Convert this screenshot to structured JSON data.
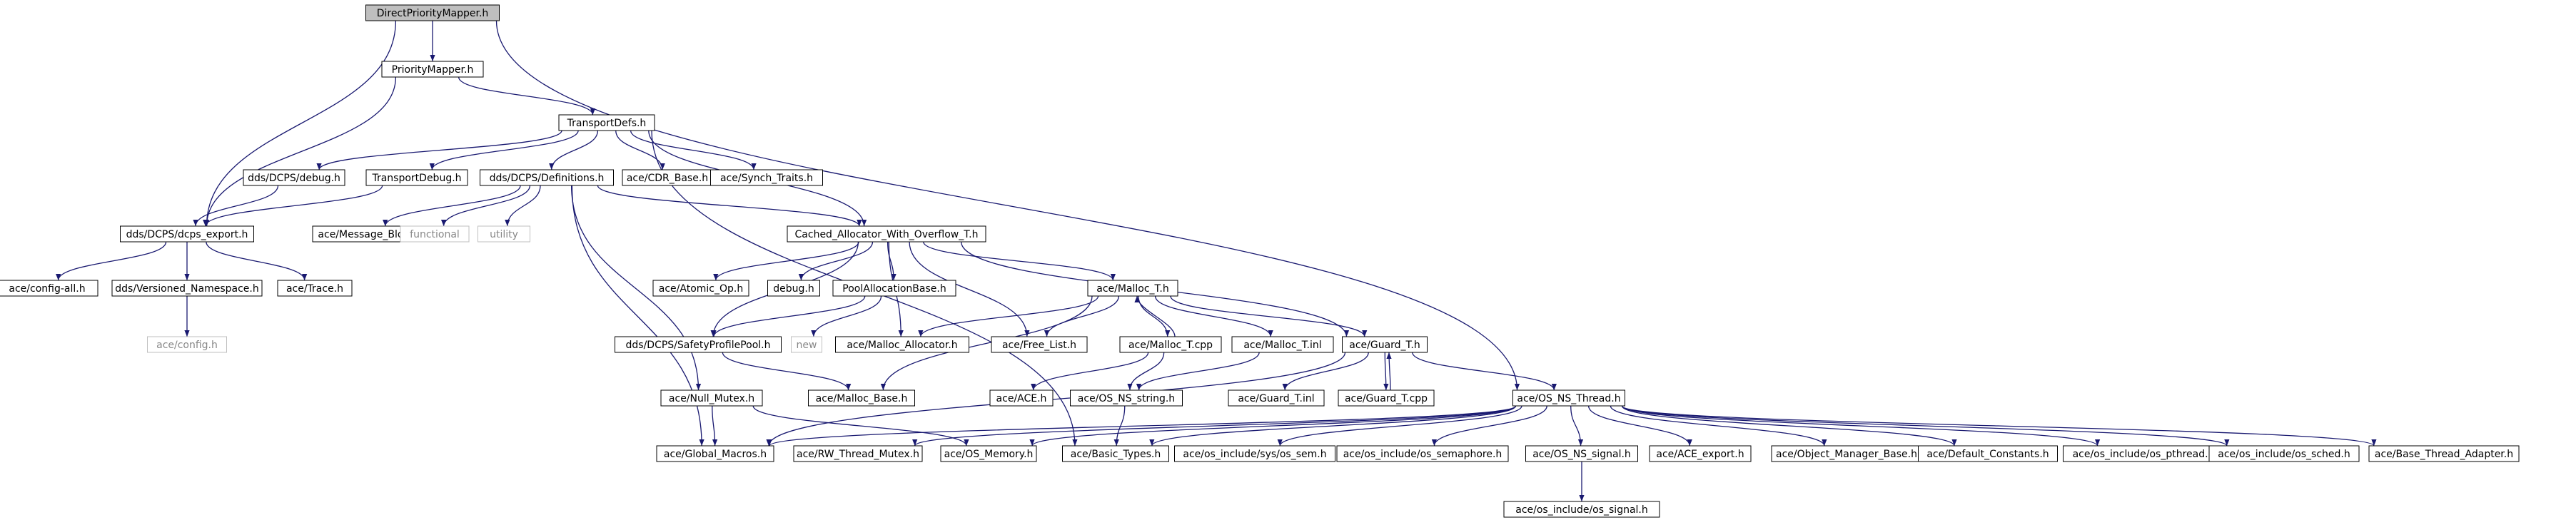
{
  "graph": {
    "colors": {
      "edge": "#191970",
      "node_border": "#000000",
      "root_fill": "#bfbfbf",
      "node_fill": "#ffffff",
      "external_border": "#bfbfbf",
      "external_text": "#888888",
      "text": "#000000"
    },
    "nodes": [
      {
        "id": "root",
        "label": "DirectPriorityMapper.h",
        "kind": "root"
      },
      {
        "id": "pm",
        "label": "PriorityMapper.h",
        "kind": "normal"
      },
      {
        "id": "td",
        "label": "TransportDefs.h",
        "kind": "normal"
      },
      {
        "id": "ddsdebug",
        "label": "dds/DCPS/debug.h",
        "kind": "normal"
      },
      {
        "id": "tdebug",
        "label": "TransportDebug.h",
        "kind": "normal"
      },
      {
        "id": "defs",
        "label": "dds/DCPS/Definitions.h",
        "kind": "normal"
      },
      {
        "id": "cdr",
        "label": "ace/CDR_Base.h",
        "kind": "normal"
      },
      {
        "id": "synch",
        "label": "ace/Synch_Traits.h",
        "kind": "normal"
      },
      {
        "id": "export",
        "label": "dds/DCPS/dcps_export.h",
        "kind": "normal"
      },
      {
        "id": "msgblock",
        "label": "ace/Message_Block.h",
        "kind": "normal"
      },
      {
        "id": "functional",
        "label": "functional",
        "kind": "external"
      },
      {
        "id": "utility",
        "label": "utility",
        "kind": "external"
      },
      {
        "id": "cached",
        "label": "Cached_Allocator_With_Overflow_T.h",
        "kind": "normal"
      },
      {
        "id": "configall",
        "label": "ace/config-all.h",
        "kind": "normal"
      },
      {
        "id": "versioned",
        "label": "dds/Versioned_Namespace.h",
        "kind": "normal"
      },
      {
        "id": "trace",
        "label": "ace/Trace.h",
        "kind": "normal"
      },
      {
        "id": "aceconfig",
        "label": "ace/config.h",
        "kind": "external"
      },
      {
        "id": "atomic",
        "label": "ace/Atomic_Op.h",
        "kind": "normal"
      },
      {
        "id": "debugh",
        "label": "debug.h",
        "kind": "normal"
      },
      {
        "id": "pool",
        "label": "PoolAllocationBase.h",
        "kind": "normal"
      },
      {
        "id": "mallocT",
        "label": "ace/Malloc_T.h",
        "kind": "normal"
      },
      {
        "id": "safety",
        "label": "dds/DCPS/SafetyProfilePool.h",
        "kind": "normal"
      },
      {
        "id": "new",
        "label": "new",
        "kind": "external"
      },
      {
        "id": "mallocalloc",
        "label": "ace/Malloc_Allocator.h",
        "kind": "normal"
      },
      {
        "id": "freelist",
        "label": "ace/Free_List.h",
        "kind": "normal"
      },
      {
        "id": "malloccpp",
        "label": "ace/Malloc_T.cpp",
        "kind": "normal"
      },
      {
        "id": "mallocinl",
        "label": "ace/Malloc_T.inl",
        "kind": "normal"
      },
      {
        "id": "guardT",
        "label": "ace/Guard_T.h",
        "kind": "normal"
      },
      {
        "id": "nullmutex",
        "label": "ace/Null_Mutex.h",
        "kind": "normal"
      },
      {
        "id": "mallocbase",
        "label": "ace/Malloc_Base.h",
        "kind": "normal"
      },
      {
        "id": "aceh",
        "label": "ace/ACE.h",
        "kind": "normal"
      },
      {
        "id": "nsstring",
        "label": "ace/OS_NS_string.h",
        "kind": "normal"
      },
      {
        "id": "guardinl",
        "label": "ace/Guard_T.inl",
        "kind": "normal"
      },
      {
        "id": "guardcpp",
        "label": "ace/Guard_T.cpp",
        "kind": "normal"
      },
      {
        "id": "nsthread",
        "label": "ace/OS_NS_Thread.h",
        "kind": "normal"
      },
      {
        "id": "globalmacros",
        "label": "ace/Global_Macros.h",
        "kind": "normal"
      },
      {
        "id": "rwmutex",
        "label": "ace/RW_Thread_Mutex.h",
        "kind": "normal"
      },
      {
        "id": "osmemory",
        "label": "ace/OS_Memory.h",
        "kind": "normal"
      },
      {
        "id": "basictypes",
        "label": "ace/Basic_Types.h",
        "kind": "normal"
      },
      {
        "id": "syssem",
        "label": "ace/os_include/sys/os_sem.h",
        "kind": "normal"
      },
      {
        "id": "ossemaphore",
        "label": "ace/os_include/os_semaphore.h",
        "kind": "normal"
      },
      {
        "id": "nssignal",
        "label": "ace/OS_NS_signal.h",
        "kind": "normal"
      },
      {
        "id": "aceexport",
        "label": "ace/ACE_export.h",
        "kind": "normal"
      },
      {
        "id": "objmgr",
        "label": "ace/Object_Manager_Base.h",
        "kind": "normal"
      },
      {
        "id": "defconst",
        "label": "ace/Default_Constants.h",
        "kind": "normal"
      },
      {
        "id": "pthread",
        "label": "ace/os_include/os_pthread.h",
        "kind": "normal"
      },
      {
        "id": "sched",
        "label": "ace/os_include/os_sched.h",
        "kind": "normal"
      },
      {
        "id": "btadapter",
        "label": "ace/Base_Thread_Adapter.h",
        "kind": "normal"
      },
      {
        "id": "ossignal",
        "label": "ace/os_include/os_signal.h",
        "kind": "normal"
      }
    ],
    "edges": [
      [
        "root",
        "pm"
      ],
      [
        "root",
        "export"
      ],
      [
        "root",
        "nsthread"
      ],
      [
        "pm",
        "td"
      ],
      [
        "pm",
        "export"
      ],
      [
        "td",
        "ddsdebug"
      ],
      [
        "td",
        "tdebug"
      ],
      [
        "td",
        "defs"
      ],
      [
        "td",
        "cdr"
      ],
      [
        "td",
        "synch"
      ],
      [
        "td",
        "cached"
      ],
      [
        "td",
        "basictypes"
      ],
      [
        "ddsdebug",
        "export"
      ],
      [
        "tdebug",
        "export"
      ],
      [
        "defs",
        "msgblock"
      ],
      [
        "defs",
        "functional"
      ],
      [
        "defs",
        "utility"
      ],
      [
        "defs",
        "cached"
      ],
      [
        "defs",
        "nullmutex"
      ],
      [
        "defs",
        "globalmacros"
      ],
      [
        "export",
        "configall"
      ],
      [
        "export",
        "versioned"
      ],
      [
        "export",
        "trace"
      ],
      [
        "versioned",
        "aceconfig"
      ],
      [
        "cached",
        "atomic"
      ],
      [
        "cached",
        "debugh"
      ],
      [
        "cached",
        "pool"
      ],
      [
        "cached",
        "mallocT"
      ],
      [
        "cached",
        "safety"
      ],
      [
        "cached",
        "mallocalloc"
      ],
      [
        "cached",
        "freelist"
      ],
      [
        "cached",
        "guardT"
      ],
      [
        "pool",
        "safety"
      ],
      [
        "pool",
        "new"
      ],
      [
        "safety",
        "mallocbase"
      ],
      [
        "mallocT",
        "mallocalloc"
      ],
      [
        "mallocT",
        "freelist"
      ],
      [
        "mallocT",
        "malloccpp"
      ],
      [
        "mallocT",
        "mallocinl"
      ],
      [
        "mallocT",
        "guardT"
      ],
      [
        "mallocT",
        "mallocbase"
      ],
      [
        "malloccpp",
        "mallocT"
      ],
      [
        "malloccpp",
        "aceh"
      ],
      [
        "malloccpp",
        "nsstring"
      ],
      [
        "mallocinl",
        "nsstring"
      ],
      [
        "guardT",
        "guardinl"
      ],
      [
        "guardT",
        "guardcpp"
      ],
      [
        "guardT",
        "nsthread"
      ],
      [
        "guardT",
        "globalmacros"
      ],
      [
        "guardcpp",
        "guardT"
      ],
      [
        "nullmutex",
        "globalmacros"
      ],
      [
        "nullmutex",
        "osmemory"
      ],
      [
        "nsstring",
        "basictypes"
      ],
      [
        "nsthread",
        "globalmacros"
      ],
      [
        "nsthread",
        "rwmutex"
      ],
      [
        "nsthread",
        "osmemory"
      ],
      [
        "nsthread",
        "basictypes"
      ],
      [
        "nsthread",
        "syssem"
      ],
      [
        "nsthread",
        "ossemaphore"
      ],
      [
        "nsthread",
        "nssignal"
      ],
      [
        "nsthread",
        "aceexport"
      ],
      [
        "nsthread",
        "objmgr"
      ],
      [
        "nsthread",
        "defconst"
      ],
      [
        "nsthread",
        "pthread"
      ],
      [
        "nsthread",
        "sched"
      ],
      [
        "nsthread",
        "btadapter"
      ],
      [
        "nssignal",
        "ossignal"
      ]
    ]
  }
}
